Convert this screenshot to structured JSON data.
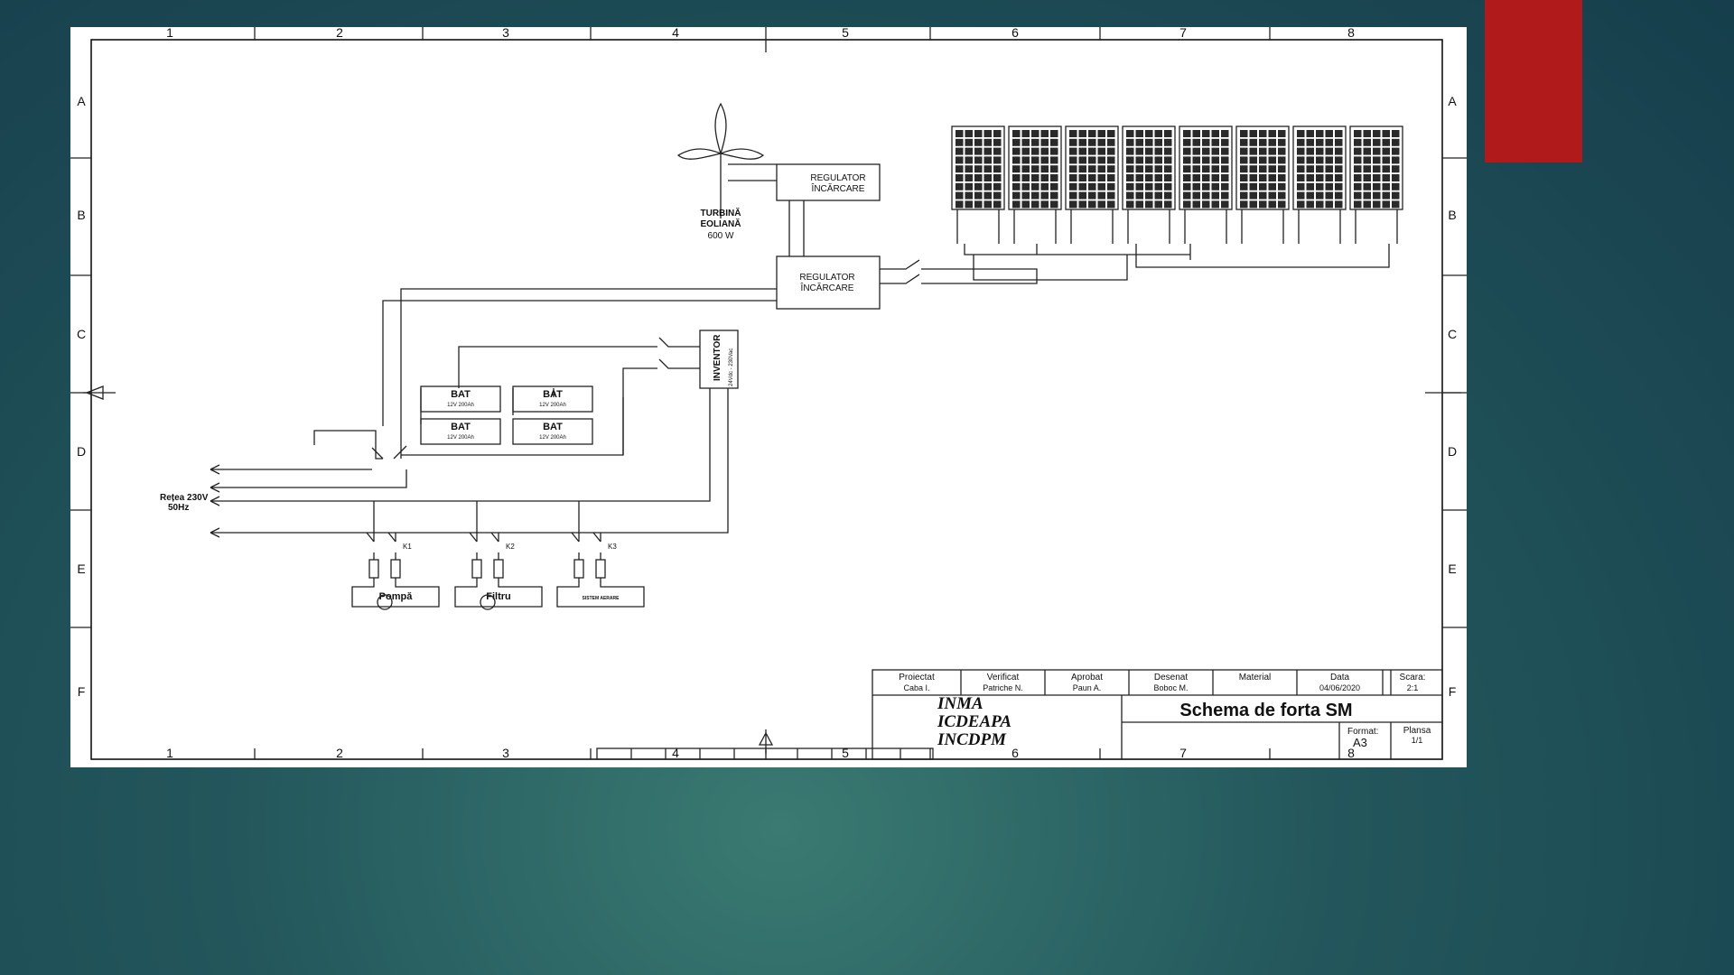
{
  "colors": {
    "accent": "#b01a1a",
    "background": "#1d4b55",
    "sheet": "#ffffff",
    "ink": "#111111"
  },
  "frame": {
    "columns": [
      "1",
      "2",
      "3",
      "4",
      "5",
      "6",
      "7",
      "8"
    ],
    "rows": [
      "A",
      "B",
      "C",
      "D",
      "E",
      "F"
    ]
  },
  "turbine": {
    "line1": "TURBINĂ",
    "line2": "EOLIANĂ",
    "power": "600 W"
  },
  "regulator_top": {
    "line1": "REGULATOR",
    "line2": "ÎNCĂRCARE"
  },
  "regulator_main": {
    "line1": "REGULATOR",
    "line2": "ÎNCĂRCARE"
  },
  "inverter": {
    "label": "INVENTOR",
    "spec": "24Vdc - 230Vac"
  },
  "batteries": [
    {
      "label": "BAT",
      "spec": "12V 200Ah"
    },
    {
      "label": "BAT",
      "spec": "12V 200Ah"
    },
    {
      "label": "BAT",
      "spec": "12V 200Ah"
    },
    {
      "label": "BAT",
      "spec": "12V 200Ah"
    }
  ],
  "grid": {
    "line1": "Rețea 230V",
    "line2": "50Hz"
  },
  "loads": [
    {
      "contactor": "K1",
      "label": "Pompă"
    },
    {
      "contactor": "K2",
      "label": "Filtru"
    },
    {
      "contactor": "K3",
      "label": "SISTEM AERARE"
    }
  ],
  "title_block": {
    "headers": [
      "Proiectat",
      "Verificat",
      "Aprobat",
      "Desenat",
      "Material",
      "Data",
      "Scara:"
    ],
    "values": [
      "Caba I.",
      "Patriche N.",
      "Paun A.",
      "Boboc M.",
      "",
      "04/06/2020",
      "2:1"
    ],
    "logo": [
      "INMA",
      "ICDEAPA",
      "INCDPM"
    ],
    "title": "Schema de forta SM",
    "format_label": "Format:",
    "format_value": "A3",
    "sheet_label": "Plansa",
    "sheet_value": "1/1"
  }
}
